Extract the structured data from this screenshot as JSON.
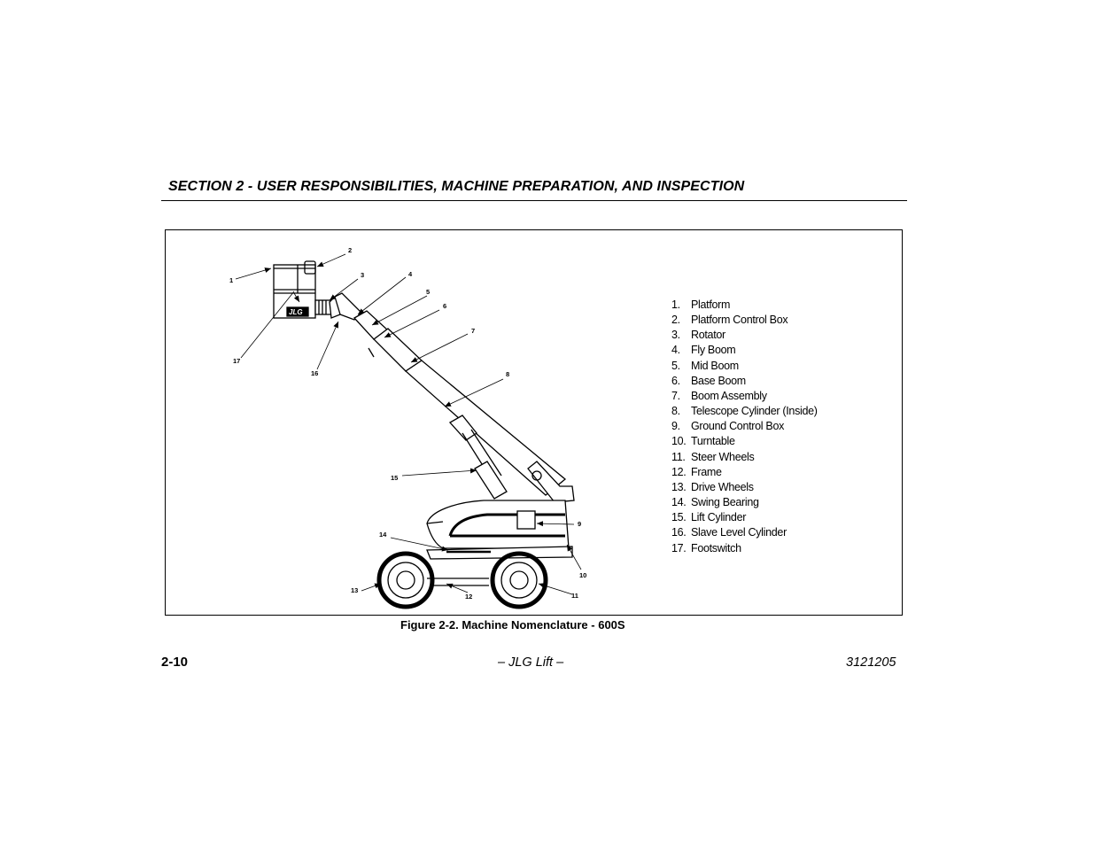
{
  "header": {
    "section_title": "SECTION 2 - USER RESPONSIBILITIES, MACHINE PREPARATION, AND INSPECTION"
  },
  "figure": {
    "caption": "Figure 2-2. Machine Nomenclature - 600S",
    "brand_mark": "JLG",
    "legend": [
      {
        "num": "1.",
        "label": "Platform"
      },
      {
        "num": "2.",
        "label": "Platform Control Box"
      },
      {
        "num": "3.",
        "label": "Rotator"
      },
      {
        "num": "4.",
        "label": "Fly Boom"
      },
      {
        "num": "5.",
        "label": "Mid Boom"
      },
      {
        "num": "6.",
        "label": "Base Boom"
      },
      {
        "num": "7.",
        "label": "Boom Assembly"
      },
      {
        "num": "8.",
        "label": "Telescope Cylinder (Inside)"
      },
      {
        "num": "9.",
        "label": "Ground Control Box"
      },
      {
        "num": "10.",
        "label": "Turntable"
      },
      {
        "num": "11.",
        "label": "Steer Wheels"
      },
      {
        "num": "12.",
        "label": "Frame"
      },
      {
        "num": "13.",
        "label": "Drive Wheels"
      },
      {
        "num": "14.",
        "label": "Swing Bearing"
      },
      {
        "num": "15.",
        "label": "Lift Cylinder"
      },
      {
        "num": "16.",
        "label": "Slave Level Cylinder"
      },
      {
        "num": "17.",
        "label": "Footswitch"
      }
    ],
    "callouts": [
      "1",
      "2",
      "3",
      "4",
      "5",
      "6",
      "7",
      "8",
      "9",
      "10",
      "11",
      "12",
      "13",
      "14",
      "15",
      "16",
      "17"
    ]
  },
  "footer": {
    "page_number": "2-10",
    "center": "– JLG Lift –",
    "doc_number": "3121205"
  }
}
